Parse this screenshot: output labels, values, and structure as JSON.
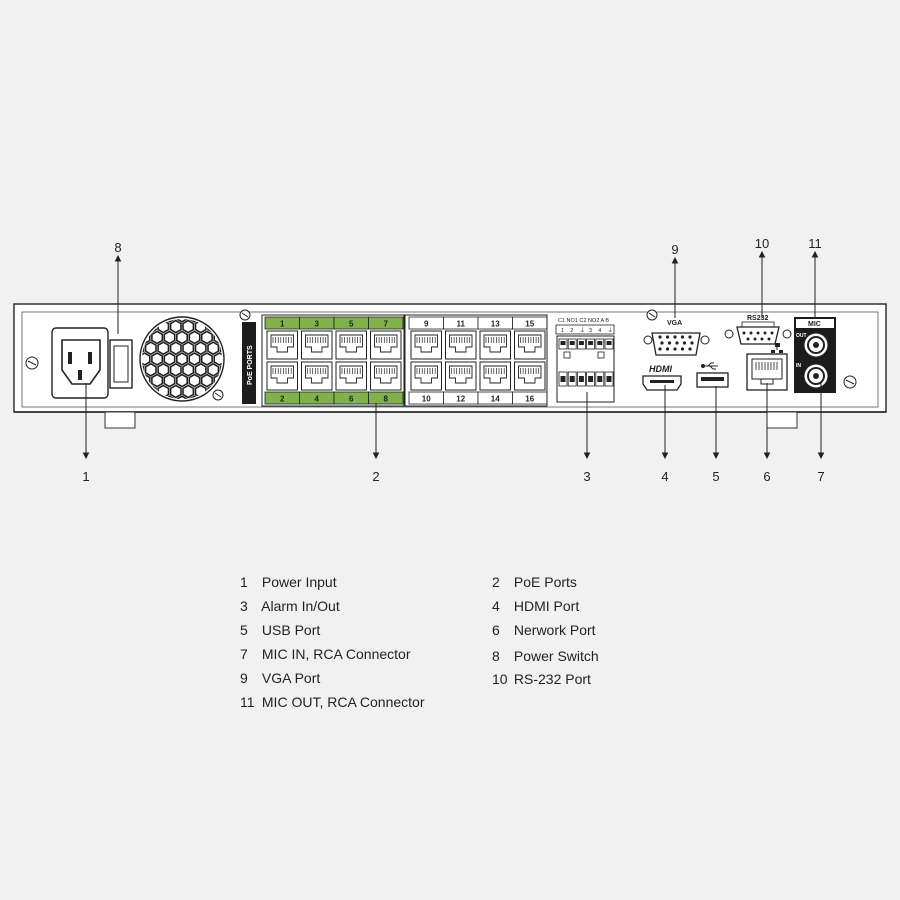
{
  "device": {
    "poe_label": "PoE PORTS",
    "port_numbers_top": [
      "1",
      "3",
      "5",
      "7",
      "9",
      "11",
      "13",
      "15"
    ],
    "port_numbers_bottom": [
      "2",
      "4",
      "6",
      "8",
      "10",
      "12",
      "14",
      "16"
    ],
    "alarm_header": "C1 NO1 C2 NO2 A B",
    "alarm_pins": [
      "1",
      "2",
      "⏚",
      "3",
      "4",
      "⏚"
    ],
    "vga_label": "VGA",
    "rs232_label": "RS232",
    "mic_label": "MIC",
    "mic_out_label": "OUT",
    "mic_in_label": "IN",
    "hdmi_label": "HDMI"
  },
  "callouts": [
    "1",
    "2",
    "3",
    "4",
    "5",
    "6",
    "7",
    "8",
    "9",
    "10",
    "11"
  ],
  "legend": [
    {
      "num": "1",
      "text": "Power Input"
    },
    {
      "num": "2",
      "text": "PoE Ports"
    },
    {
      "num": "3",
      "text": "Alarm In/Out"
    },
    {
      "num": "4",
      "text": "HDMI Port"
    },
    {
      "num": "5",
      "text": "USB Port"
    },
    {
      "num": "6",
      "text": "Nerwork Port"
    },
    {
      "num": "7",
      "text": "MIC IN, RCA Connector"
    },
    {
      "num": "8",
      "text": "Power Switch"
    },
    {
      "num": "9",
      "text": "VGA Port"
    },
    {
      "num": "10",
      "text": "RS-232 Port"
    },
    {
      "num": "11",
      "text": "MIC OUT, RCA Connector"
    }
  ],
  "colors": {
    "poe_green": "#7fb24a",
    "line": "#222222",
    "panel": "#ffffff"
  }
}
